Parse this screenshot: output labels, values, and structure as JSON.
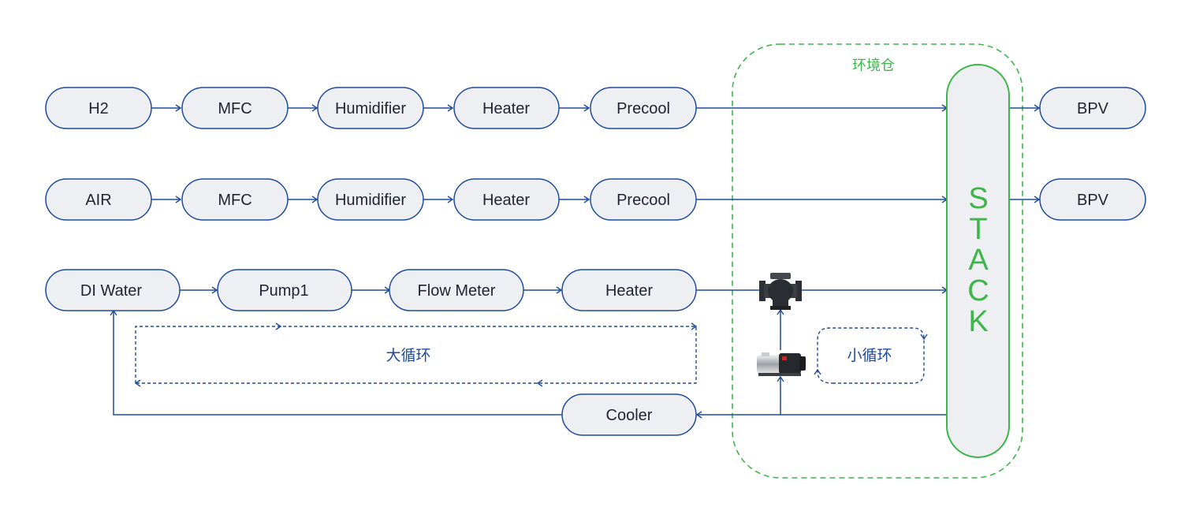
{
  "rows": {
    "hydrogen": [
      "H2",
      "MFC",
      "Humidifier",
      "Heater",
      "Precool"
    ],
    "air": [
      "AIR",
      "MFC",
      "Humidifier",
      "Heater",
      "Precool"
    ],
    "water": [
      "DI Water",
      "Pump1",
      "Flow Meter",
      "Heater"
    ]
  },
  "outputs": [
    "BPV",
    "BPV"
  ],
  "cooler": "Cooler",
  "chamber_label": "环境仓",
  "stack_letters": [
    "S",
    "T",
    "A",
    "C",
    "K"
  ],
  "loops": {
    "large": "大循环",
    "small": "小循环"
  },
  "icons": {
    "valve": "three-way-valve-icon",
    "pump": "centrifugal-pump-icon"
  },
  "colors": {
    "flow": "#1f4b9c",
    "chamber": "#3db54a",
    "node_fill": "#eeeff2"
  }
}
